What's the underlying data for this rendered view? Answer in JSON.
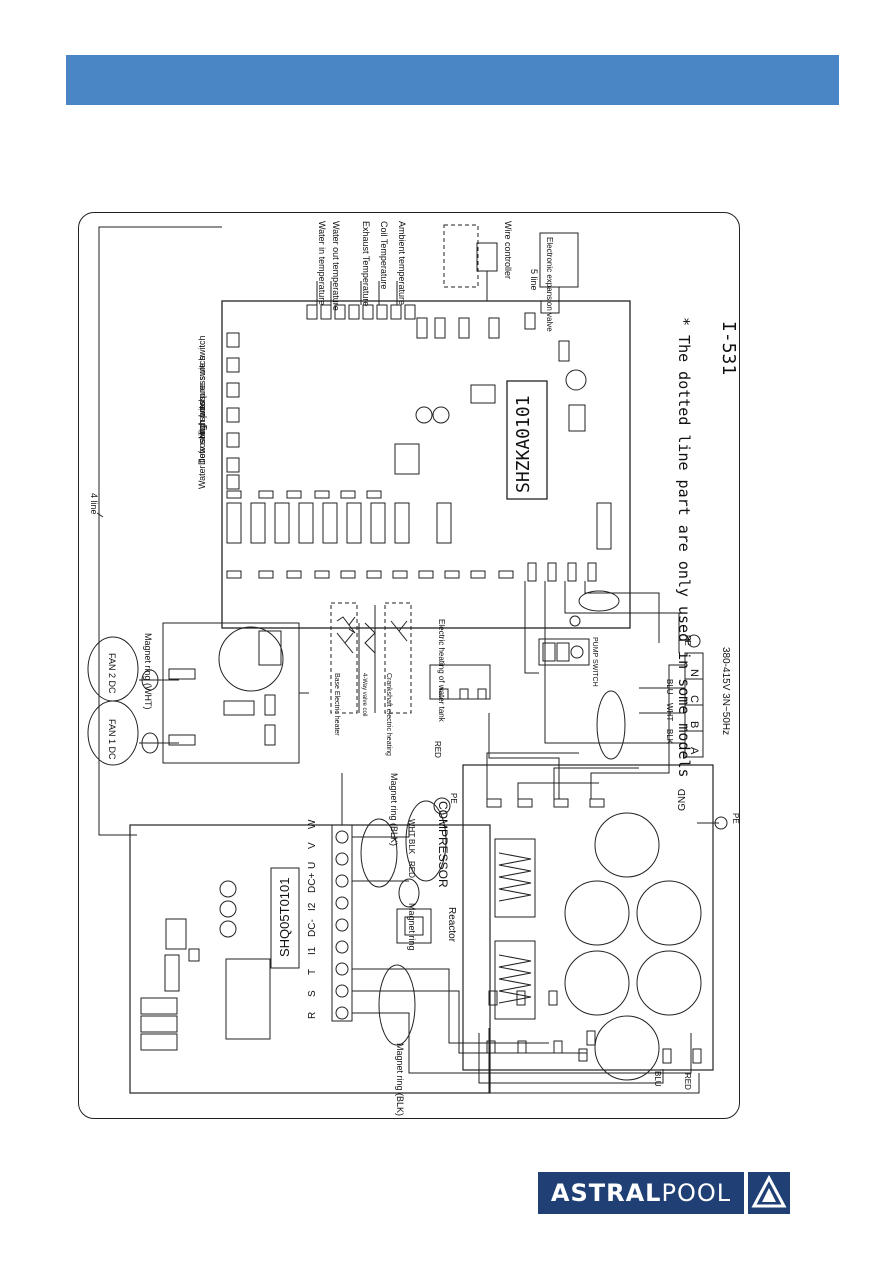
{
  "header": {
    "color": "#4a86c6"
  },
  "diagram": {
    "board_main_code": "SHZKA0101",
    "board_inverter_code": "SHQ05T0101",
    "page_code": "I-531",
    "note": "* The dotted line part are only used in some models",
    "line_4": "4 line",
    "line_5": "5 line",
    "wire_controller": "Wire controller",
    "eev": "Electronic expansion valve",
    "sensors": [
      "Water in temperature",
      "Water out temperature",
      "Exhaust Temperature",
      "Coil Temperature",
      "Ambient temperature"
    ],
    "switches": [
      "Water flow switch",
      "Defrosting switch",
      "High pressure switch",
      "Low pressure switch"
    ],
    "fan1": "FAN 1 DC",
    "fan2": "FAN 2 DC",
    "magnet_ring_wht": "Magnet ring (WHT)",
    "magnet_ring_blk": "Magnet ring (BLK)",
    "magnet_ring": "Magnet ring",
    "compressor": "COMPRESSOR",
    "reactor": "Reactor",
    "power_supply": "380-415V 3N~50Hz",
    "pump_switch": "PUMP SWITCH",
    "electric_heating": "Electric heating of water tank",
    "base_heater": "Base Electric heater",
    "valve_coil": "4-Way valve coil",
    "crankshaft": "Crankshaft electric heating",
    "terminal_labels": [
      "A",
      "B",
      "C",
      "N"
    ],
    "inverter_terminals": [
      "R",
      "S",
      "T",
      "I1",
      "DC-",
      "I2",
      "DC+",
      "U",
      "V",
      "W"
    ],
    "wire_colors": [
      "RED",
      "BLK",
      "WHT",
      "BLU"
    ],
    "gnd": "GND",
    "pe": "PE"
  },
  "brand": {
    "name_bold": "ASTRAL",
    "name_light": "POOL",
    "color": "#1f3f75"
  }
}
